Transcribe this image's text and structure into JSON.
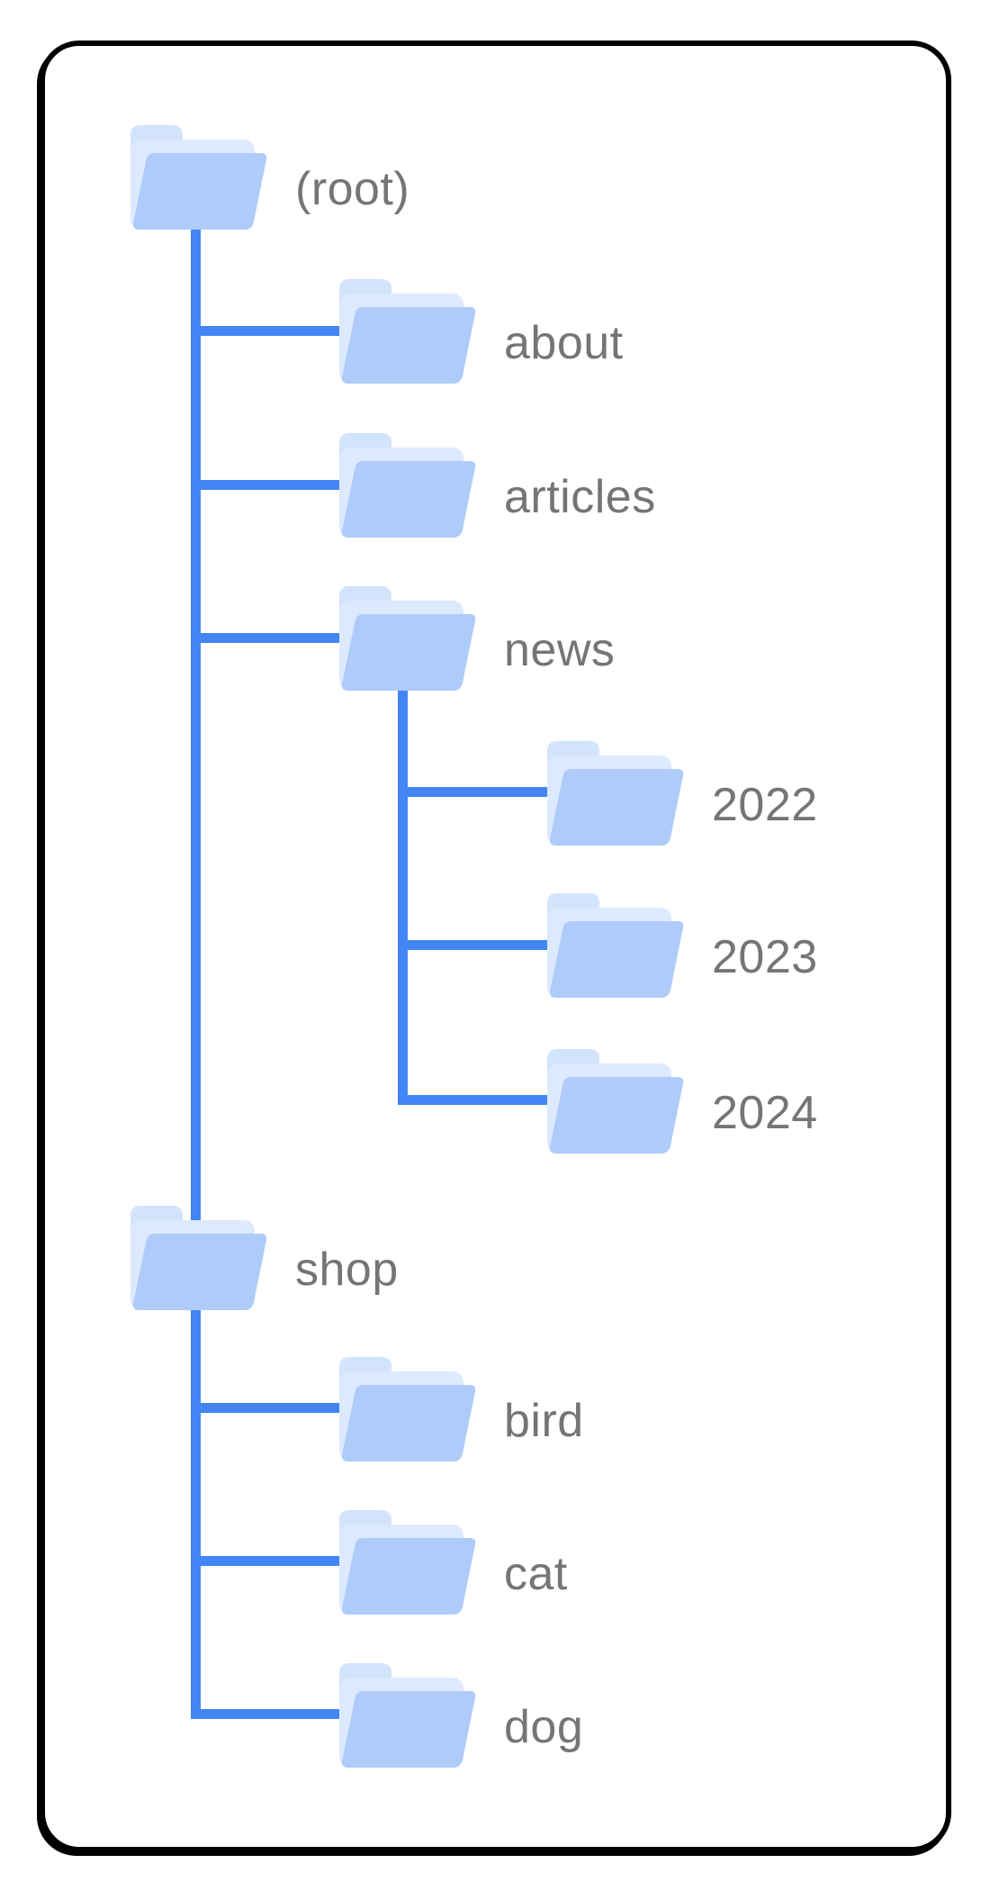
{
  "diagram": {
    "description_icon": "folder-icon",
    "colors": {
      "connector": "#4285f4",
      "folder_front": "#aecbfa",
      "folder_back": "#dde9fd",
      "folder_tab": "#d2e3fc",
      "label": "#757575",
      "card_border": "#000000",
      "card_bg": "#ffffff",
      "page_bg": "#ffffff"
    }
  },
  "tree": [
    {
      "label": "(root)",
      "children": [
        {
          "label": "about",
          "children": []
        },
        {
          "label": "articles",
          "children": []
        },
        {
          "label": "news",
          "children": [
            {
              "label": "2022",
              "children": []
            },
            {
              "label": "2023",
              "children": []
            },
            {
              "label": "2024",
              "children": []
            }
          ]
        }
      ]
    },
    {
      "label": "shop",
      "children": [
        {
          "label": "bird",
          "children": []
        },
        {
          "label": "cat",
          "children": []
        },
        {
          "label": "dog",
          "children": []
        }
      ]
    }
  ]
}
